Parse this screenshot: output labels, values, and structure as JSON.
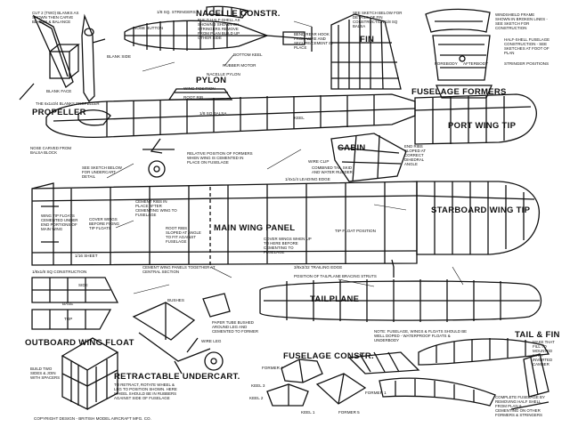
{
  "titles": {
    "propeller": "PROPELLER",
    "nacelle": "NACELLE CONSTR.",
    "pylon": "PYLON",
    "fin": "FIN",
    "fuselage_formers": "FUSELAGE FORMERS",
    "port_wing_tip": "PORT WING TIP",
    "starboard_wing_tip": "STARBOARD WING TIP",
    "cabin": "CABIN",
    "main_wing_panel": "MAIN WING PANEL",
    "tailplane": "TAILPLANE",
    "outboard_wing_float": "OUTBOARD WING FLOAT",
    "retractable_undercart": "RETRACTABLE UNDERCART.",
    "fuselage_constr": "FUSELAGE CONSTR.",
    "tail_fin": "TAIL & FIN"
  },
  "labels": {
    "blank_face": "BLANK FACE",
    "blank_side": "BLANK SIDE",
    "stringers": "1/8 SQ. STRINGERS",
    "nose_button": "NOSE BUTTON",
    "bottom_keel": "BOTTOM KEEL",
    "rubber_motor": "RUBBER MOTOR",
    "nacelle_pylon": "NACELLE PYLON",
    "wing_position": "WING POSITION",
    "root_rib": "ROOT RIB",
    "fuselage_balsa": "1/8 SQ BALSA",
    "keel": "KEEL",
    "wire_clip": "WIRE CLIP",
    "leading_edge": "1/4x1/4 LEADING EDGE",
    "trailing_edge": "3/8x3/32 TRAILING EDGE",
    "sheet": "1/16 SHEET",
    "tip_float_position": "TIP FLOAT POSITION",
    "construction": "1/8x1/8 SQ CONSTRUCTION",
    "base": "BASE",
    "side": "SIDE",
    "top": "TOP",
    "bushes": "BUSHES",
    "wire_leg": "WIRE LEG",
    "former_4": "FORMER 4",
    "keel_3": "KEEL 3",
    "keel_2": "KEEL 2",
    "keel_1": "KEEL 1",
    "former_5": "FORMER 5",
    "former_1": "FORMER 1",
    "aftbody": "AFTERBODY",
    "forebody": "FOREBODY",
    "stringer_positions": "STRINGER POSITIONS",
    "dihedral_angle": "END RIBS SLOPED AT CORRECT DIHEDRAL ANGLE"
  },
  "notes": {
    "prop_blanks": "CUT 2 (TWO) BLANKS AS SHOWN THEN CARVE BLADES & BALANCE",
    "balsa_block": "THE 6x1x3/4 BLANKS PROPELLER",
    "nose_carved": "NOSE CARVED FROM BALSA BLOCK",
    "see_sketch": "SEE SKETCH BELOW FOR UNDERCART DETAIL",
    "nacelle_note": "BUILD HALF-SHELL AS SHOWN 2 SHOWN ON STRINGERS REMOVE FROM PLAN BUILD UP OTHER SIDE",
    "bend_rear": "BEND REAR HOOK FROM WIRE AND SECURE/CEMENT IN PLACE",
    "sketch_fin": "SEE SKETCH BELOW FOR DETAILS OF FIN CONSTRUCTION 1/8 SQ BALSA",
    "windshield": "WINDSHIELD FRAME SHOWN IN BROKEN LINES - SEE SKETCH FOR CONSTRUCTION",
    "half_shell": "HALF-SHELL FUSELAGE CONSTRUCTION - SEE SKETCHES AT FOOT OF PLAN",
    "cement_ribs": "CEMENT RIBS IN PLACE AFTER CEMENTING WING TO FUSELAGE",
    "wing_tip_floats": "WING TIP FLOATS CEMENTED UNDER END PORTIONS OF MAIN WING",
    "cover_wings": "COVER WINGS BEFORE FIXING TIP FLOATS",
    "root_rib_slope": "ROOT RIBS SLOPED AT ANGLE TO FIT AGAINST FUSELAGE",
    "cover_wings_2": "COVER WINGS WHEN UP TO HERE BEFORE CEMENTING TO FUSELAGE",
    "relative_formers": "RELATIVE POSITION OF FORMERS WHEN WING IS CEMENTED IN PLACE ON FUSELAGE",
    "combined_tail": "COMBINED TAIL SKID AND WATER RUDDER",
    "cement_panels": "CEMENT WING PANELS TOGETHER AT CENTRAL SECTION",
    "bracing_struts": "POSITION OF TAILPLANE BRACING STRUTS",
    "note_fuselage": "NOTE: FUSELAGE, WINGS & FLOATS SHOULD BE WELL DOPED - WATERPROOF FLOATS & UNDERBODY",
    "build_two": "BUILD TWO SIDES & JOIN WITH SPACERS",
    "retract_note": "TO RETRACT, ROTATE WHEEL & LEG TO POSITION SHOWN. HERE WHEEL SHOULD BE IN RUBBERS AGAINST SIDE OF FUSELAGE",
    "wire_tube": "PAPER TUBE BUSHED AROUND LEG AND CEMENTED TO FORMER",
    "complete_fuselage": "COMPLETE FUSELAGE BY REMOVING HALF SHELL FROM PLAN & CEMENTING ON OTHER FORMERS & STRINGERS",
    "tail_note": "MAKE THAT FILL TO MOUNTED WITH INVERTED CAMBER"
  },
  "copyright": "COPYRIGHT DESIGN - BRITISH MODEL AIRCRAFT MFG. CO."
}
